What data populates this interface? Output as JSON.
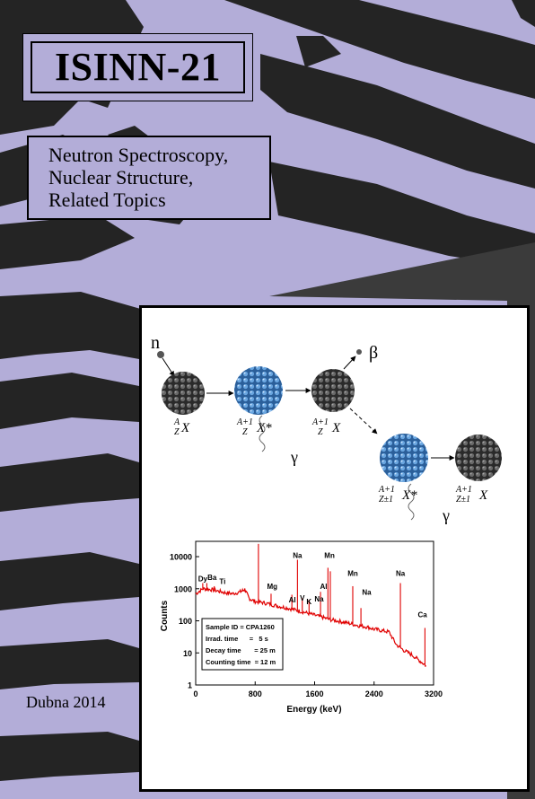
{
  "cover": {
    "title": "ISINN-21",
    "subtitle_lines": [
      "Neutron Spectroscopy,",
      "Nuclear Structure,",
      "Related Topics"
    ],
    "place_year": "Dubna 2014",
    "colors": {
      "background": "#b3add8",
      "stripes": "#242424",
      "panel": "#ffffff",
      "spectrum": "#e00000"
    }
  },
  "diagram": {
    "neutron_label": "n",
    "beta_label": "β",
    "gamma_label": "γ",
    "nucleus_labels": {
      "target": {
        "mass": "A",
        "charge": "Z",
        "symbol": "X"
      },
      "compound": {
        "mass": "A+1",
        "charge": "Z",
        "symbol": "X*"
      },
      "product": {
        "mass": "A+1",
        "charge": "Z",
        "symbol": "X"
      },
      "daughter_excited": {
        "mass": "A+1",
        "charge": "Z±1",
        "symbol": "X*"
      },
      "daughter": {
        "mass": "A+1",
        "charge": "Z±1",
        "symbol": "X"
      }
    }
  },
  "chart_data": {
    "type": "line",
    "xlabel": "Energy (keV)",
    "ylabel": "Counts",
    "xlim": [
      0,
      3200
    ],
    "ylim": [
      1,
      30000
    ],
    "yscale": "log",
    "x_ticks": [
      "0",
      "800",
      "1600",
      "2400",
      "3200"
    ],
    "y_ticks": [
      "1",
      "10",
      "100",
      "1000",
      "10000"
    ],
    "continuum": [
      {
        "x": 0,
        "y": 700
      },
      {
        "x": 100,
        "y": 1000
      },
      {
        "x": 200,
        "y": 950
      },
      {
        "x": 300,
        "y": 850
      },
      {
        "x": 400,
        "y": 750
      },
      {
        "x": 500,
        "y": 700
      },
      {
        "x": 600,
        "y": 800
      },
      {
        "x": 660,
        "y": 950
      },
      {
        "x": 720,
        "y": 500
      },
      {
        "x": 800,
        "y": 400
      },
      {
        "x": 900,
        "y": 370
      },
      {
        "x": 1000,
        "y": 330
      },
      {
        "x": 1100,
        "y": 290
      },
      {
        "x": 1200,
        "y": 260
      },
      {
        "x": 1300,
        "y": 230
      },
      {
        "x": 1400,
        "y": 200
      },
      {
        "x": 1500,
        "y": 175
      },
      {
        "x": 1600,
        "y": 150
      },
      {
        "x": 1700,
        "y": 130
      },
      {
        "x": 1800,
        "y": 110
      },
      {
        "x": 1900,
        "y": 100
      },
      {
        "x": 2000,
        "y": 90
      },
      {
        "x": 2100,
        "y": 80
      },
      {
        "x": 2200,
        "y": 70
      },
      {
        "x": 2300,
        "y": 65
      },
      {
        "x": 2400,
        "y": 55
      },
      {
        "x": 2500,
        "y": 50
      },
      {
        "x": 2600,
        "y": 45
      },
      {
        "x": 2700,
        "y": 18
      },
      {
        "x": 2800,
        "y": 12
      },
      {
        "x": 2900,
        "y": 9
      },
      {
        "x": 3000,
        "y": 6
      },
      {
        "x": 3100,
        "y": 4
      }
    ],
    "peaks": [
      {
        "x": 95,
        "y": 1500
      },
      {
        "x": 150,
        "y": 1500
      },
      {
        "x": 250,
        "y": 1200
      },
      {
        "x": 844,
        "y": 25000
      },
      {
        "x": 1014,
        "y": 700
      },
      {
        "x": 1294,
        "y": 650
      },
      {
        "x": 1369,
        "y": 8000
      },
      {
        "x": 1434,
        "y": 500
      },
      {
        "x": 1525,
        "y": 450
      },
      {
        "x": 1679,
        "y": 800
      },
      {
        "x": 1779,
        "y": 4500
      },
      {
        "x": 1811,
        "y": 3500
      },
      {
        "x": 2113,
        "y": 1200
      },
      {
        "x": 2223,
        "y": 250
      },
      {
        "x": 2754,
        "y": 1500
      },
      {
        "x": 3084,
        "y": 60
      }
    ],
    "peak_labels": [
      {
        "text": "Dy",
        "x": 95,
        "y": 1700
      },
      {
        "text": "Ba",
        "x": 220,
        "y": 1900
      },
      {
        "text": "Ti",
        "x": 360,
        "y": 1400
      },
      {
        "x": 1030,
        "y": 1000,
        "text": "Mg"
      },
      {
        "text": "Na",
        "x": 1369,
        "y": 9200
      },
      {
        "text": "Al",
        "x": 1300,
        "y": 370
      },
      {
        "text": "V",
        "x": 1434,
        "y": 430
      },
      {
        "text": "K",
        "x": 1525,
        "y": 330
      },
      {
        "text": "Na",
        "x": 1660,
        "y": 400
      },
      {
        "text": "Al",
        "x": 1720,
        "y": 1000
      },
      {
        "text": "Mn",
        "x": 1800,
        "y": 9200
      },
      {
        "text": "Mn",
        "x": 2113,
        "y": 2500
      },
      {
        "text": "Na",
        "x": 2300,
        "y": 650
      },
      {
        "text": "Na",
        "x": 2754,
        "y": 2500
      },
      {
        "text": "Ca",
        "x": 3050,
        "y": 130
      }
    ],
    "legend_box": {
      "rows": [
        "Sample ID = CPA1260",
        "Irrad. time      =   5 s",
        "Decay time       = 25 m",
        "Counting time  = 12 m"
      ]
    }
  }
}
